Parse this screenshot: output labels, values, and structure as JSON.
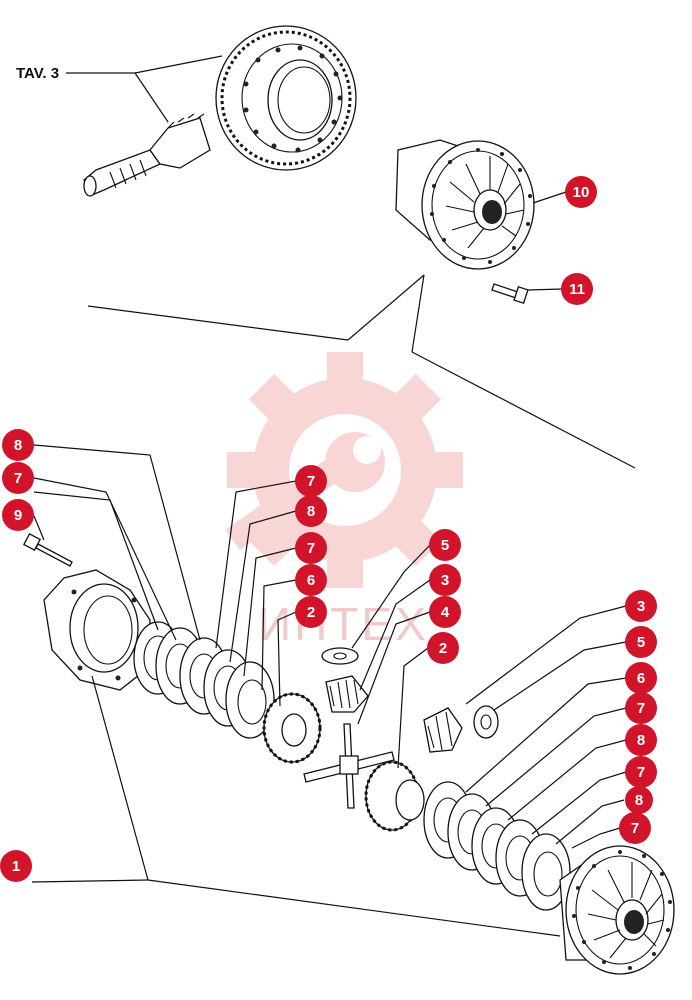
{
  "reference": {
    "label": "TAV. 3"
  },
  "watermark": {
    "text": "ИНТЕХ"
  },
  "colors": {
    "callout": "#d2142a",
    "watermark": "#f3c3c3",
    "line": "#111111"
  },
  "callouts": [
    {
      "id": "c10",
      "label": "10"
    },
    {
      "id": "c11",
      "label": "11"
    },
    {
      "id": "c8a",
      "label": "8"
    },
    {
      "id": "c7a",
      "label": "7"
    },
    {
      "id": "c9",
      "label": "9"
    },
    {
      "id": "c7b",
      "label": "7"
    },
    {
      "id": "c8b",
      "label": "8"
    },
    {
      "id": "c7c",
      "label": "7"
    },
    {
      "id": "c6a",
      "label": "6"
    },
    {
      "id": "c2a",
      "label": "2"
    },
    {
      "id": "c5a",
      "label": "5"
    },
    {
      "id": "c3a",
      "label": "3"
    },
    {
      "id": "c4",
      "label": "4"
    },
    {
      "id": "c2b",
      "label": "2"
    },
    {
      "id": "c3b",
      "label": "3"
    },
    {
      "id": "c5b",
      "label": "5"
    },
    {
      "id": "c6b",
      "label": "6"
    },
    {
      "id": "c7d",
      "label": "7"
    },
    {
      "id": "c8c",
      "label": "8"
    },
    {
      "id": "c7e",
      "label": "7"
    },
    {
      "id": "c8d",
      "label": "8"
    },
    {
      "id": "c7f",
      "label": "7"
    },
    {
      "id": "c1",
      "label": "1"
    }
  ]
}
